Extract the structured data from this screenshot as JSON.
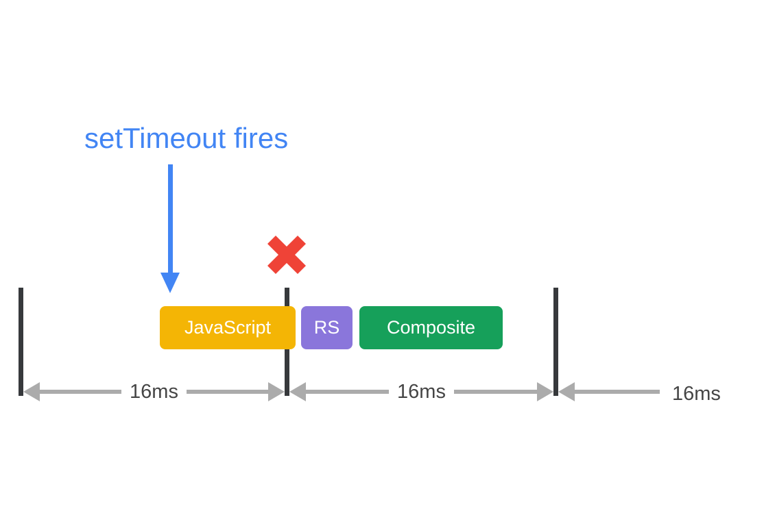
{
  "annotation": {
    "label": "setTimeout fires",
    "color": "#4285F4"
  },
  "icons": {
    "down_arrow": "blue arrow pointing down to frame start",
    "x_mark": "red cross over frame boundary"
  },
  "frame_tasks": [
    {
      "label": "JavaScript",
      "color": "#F4B505"
    },
    {
      "label": "RS",
      "color": "#8A76DB"
    },
    {
      "label": "Composite",
      "color": "#16A05A"
    }
  ],
  "frame_boundaries": {
    "count": 3,
    "color": "#37393C"
  },
  "measurements": [
    {
      "label": "16ms"
    },
    {
      "label": "16ms"
    },
    {
      "label": "16ms"
    }
  ],
  "colors": {
    "background": "#FFFFFF",
    "annotation_blue": "#4285F4",
    "blocked_red": "#EF4337",
    "measure_gray": "#ABABAB",
    "label_gray": "#454545"
  }
}
